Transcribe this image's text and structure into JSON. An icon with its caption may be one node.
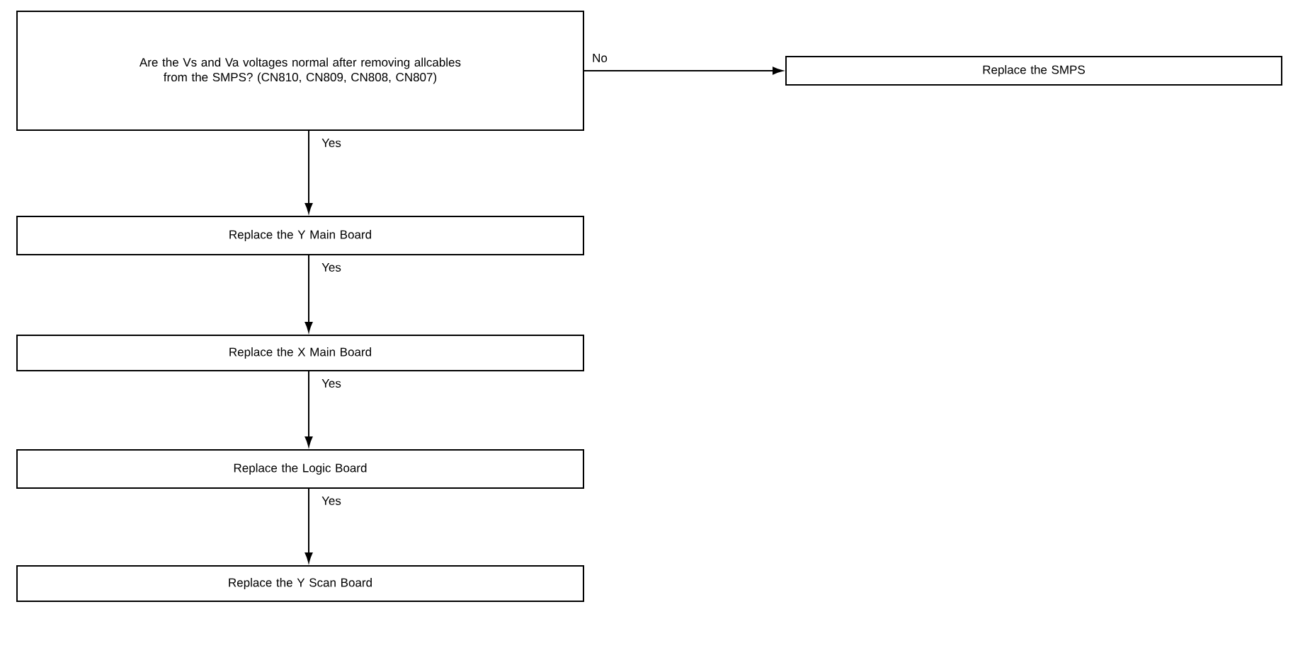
{
  "diagram": {
    "nodes": [
      {
        "text": [
          "Are the Vs and Va voltages normal after removing allcables from the SMPS? (CN810, CN809, CN808, CN807)"
        ]
      },
      {
        "text": [
          "Replace the SMPS"
        ]
      },
      {
        "text": [
          "Replace the Y Main Board"
        ]
      },
      {
        "text": [
          "Replace the X Main Board"
        ]
      },
      {
        "text": [
          "Replace the Logic Board"
        ]
      },
      {
        "text": [
          "Replace the Y Scan Board"
        ]
      }
    ],
    "edges": [
      {
        "from": 0,
        "to": 1,
        "arrow": "to",
        "label": "No"
      },
      {
        "from": 0,
        "to": 2,
        "arrow": "to",
        "label": "Yes"
      },
      {
        "from": 2,
        "to": 3,
        "arrow": "to",
        "label": "Yes"
      },
      {
        "from": 3,
        "to": 4,
        "arrow": "to",
        "label": "Yes"
      },
      {
        "from": 4,
        "to": 5,
        "arrow": "to",
        "label": "Yes"
      }
    ]
  }
}
